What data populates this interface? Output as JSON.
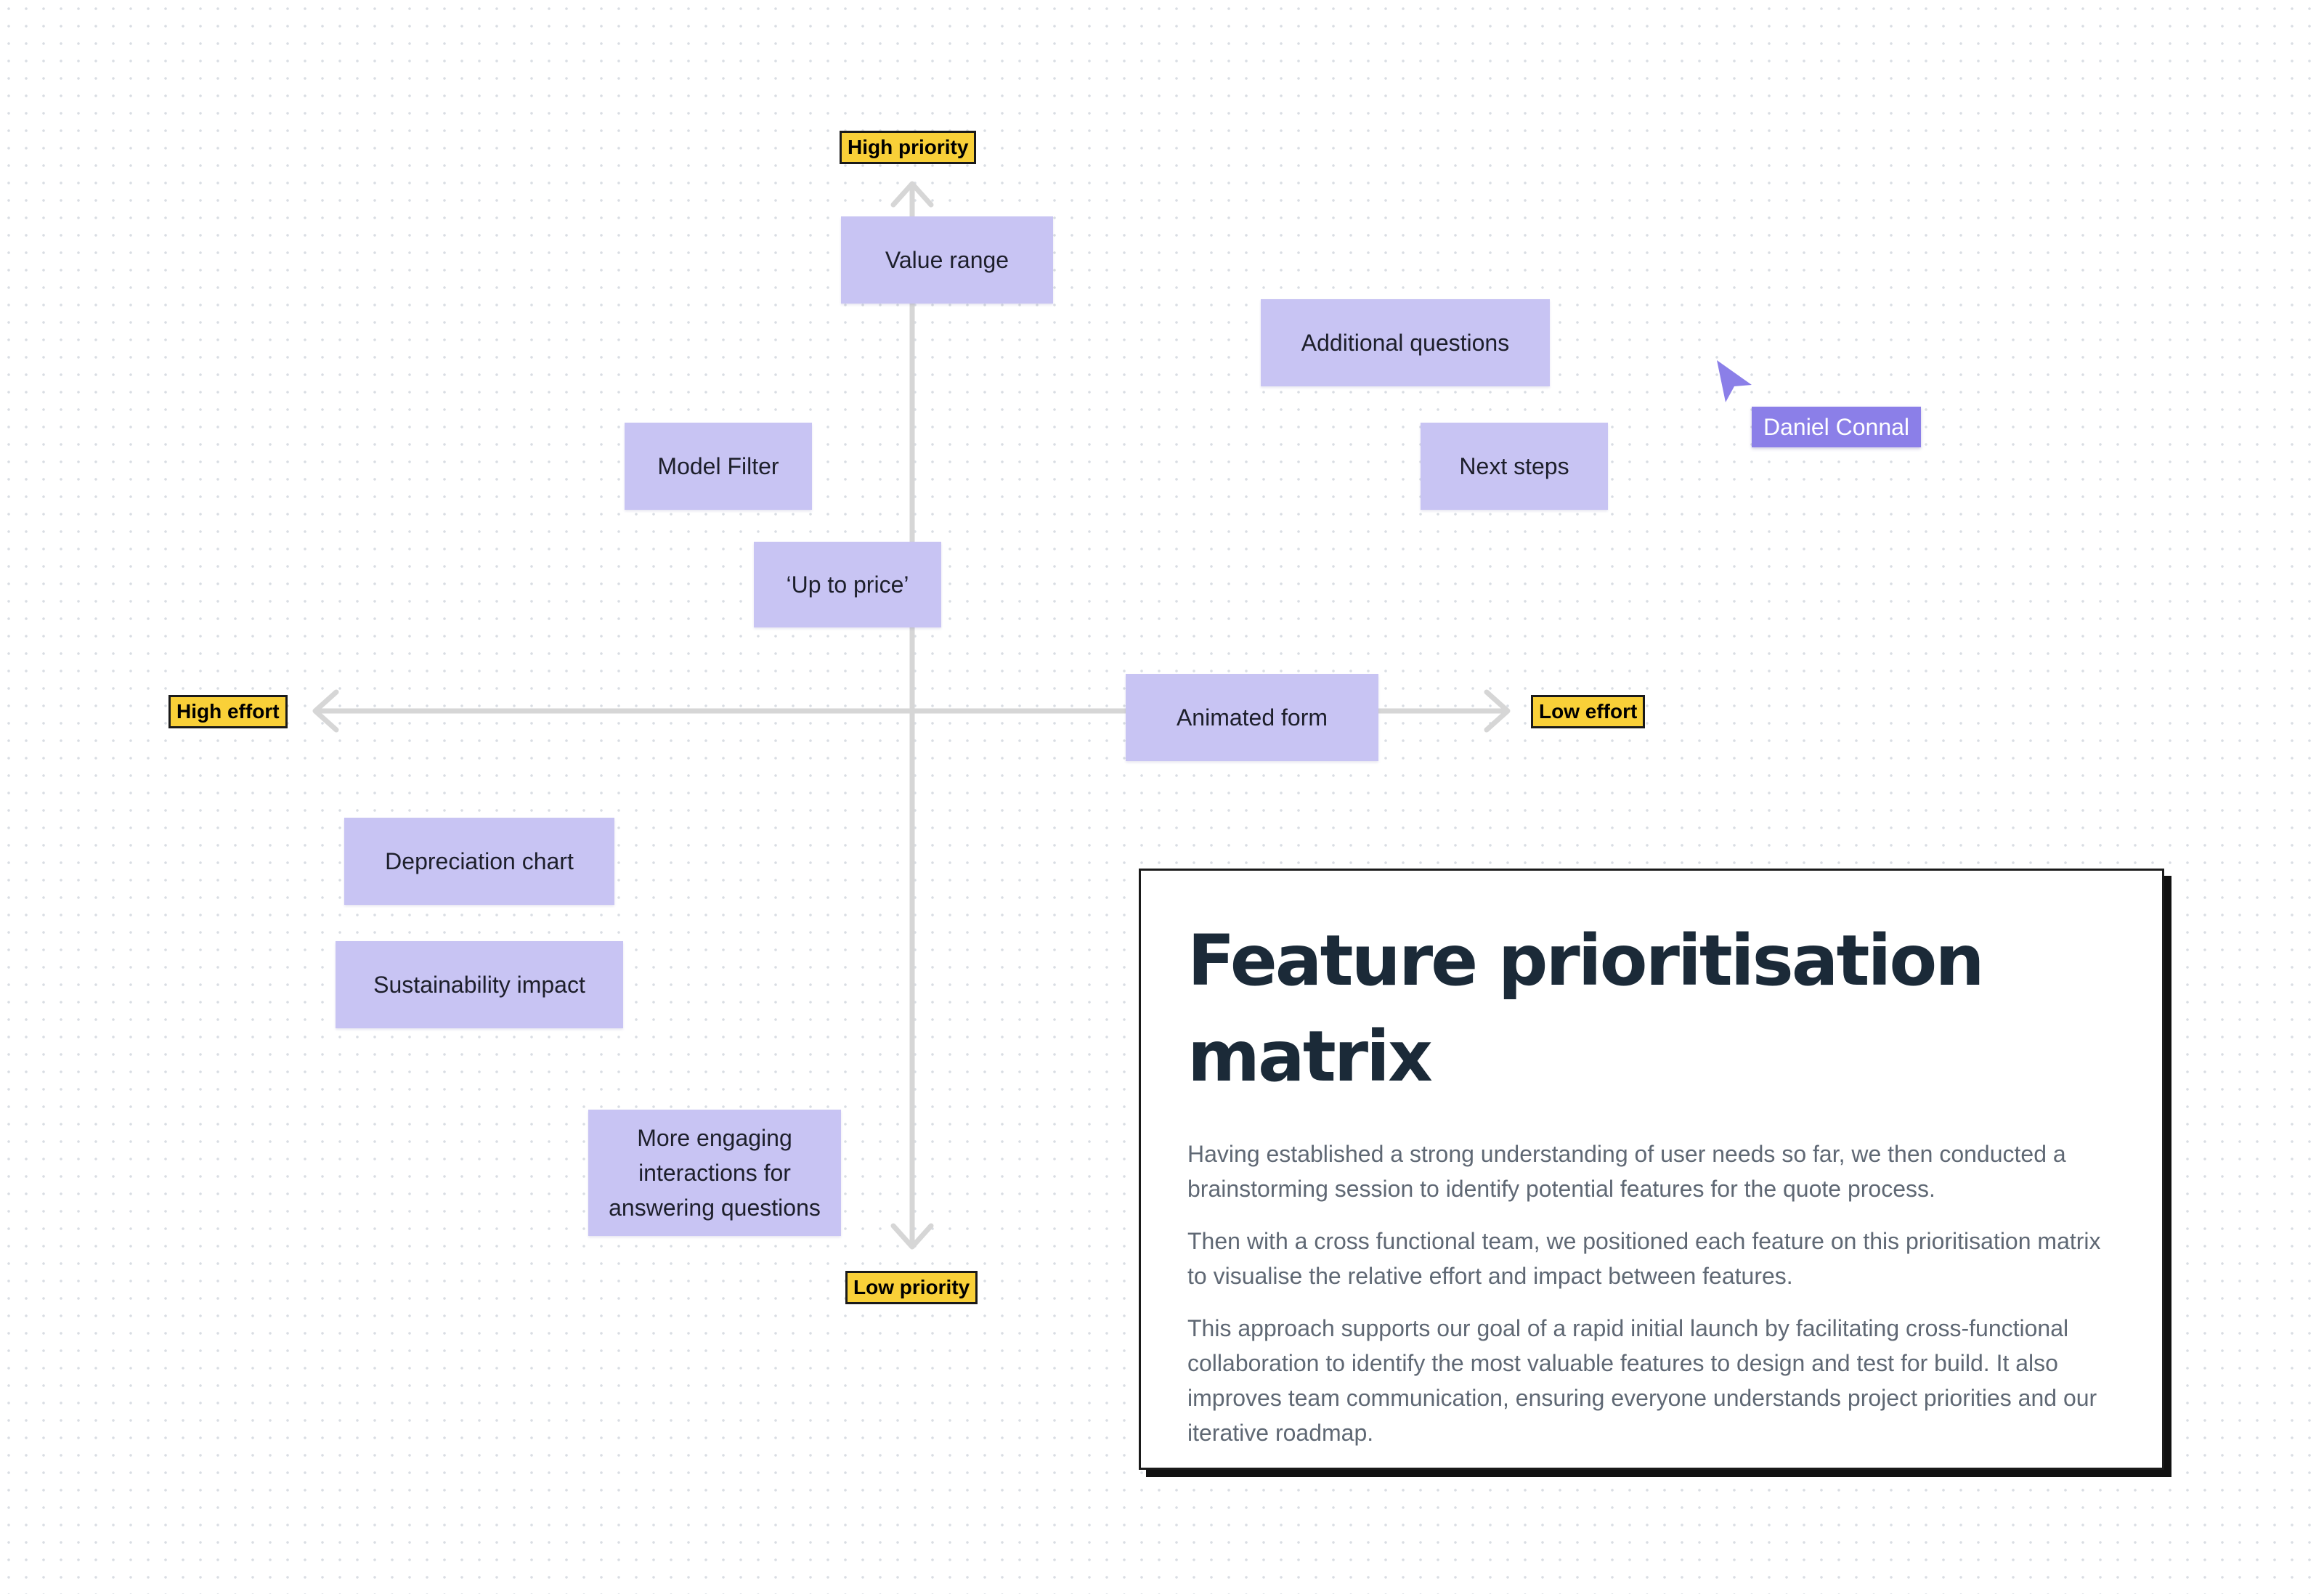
{
  "matrix": {
    "axis_labels": {
      "top": "High priority",
      "bottom": "Low priority",
      "left": "High effort",
      "right": "Low effort"
    },
    "features": [
      {
        "id": "value-range",
        "label": "Value range"
      },
      {
        "id": "additional-questions",
        "label": "Additional questions"
      },
      {
        "id": "model-filter",
        "label": "Model Filter"
      },
      {
        "id": "next-steps",
        "label": "Next steps"
      },
      {
        "id": "up-to-price",
        "label": "‘Up to price’"
      },
      {
        "id": "animated-form",
        "label": "Animated form"
      },
      {
        "id": "depreciation-chart",
        "label": "Depreciation chart"
      },
      {
        "id": "sustainability-impact",
        "label": "Sustainability impact"
      },
      {
        "id": "engaging-interactions",
        "label": "More engaging interactions for answering questions"
      }
    ]
  },
  "collaborator": {
    "name": "Daniel Connal"
  },
  "card": {
    "title": "Feature prioritisation matrix",
    "paragraphs": [
      "Having established a strong understanding of user needs so far, we then conducted a brainstorming session to identify potential features for the quote process.",
      "Then with a cross functional team, we positioned each feature on this prioritisation matrix to visualise the relative effort and impact between features.",
      "This approach supports our goal of a rapid initial launch by facilitating cross-functional collaboration to identify the most valuable features to design and test for build.  It also improves team communication, ensuring everyone understands project priorities and our iterative roadmap."
    ]
  },
  "colors": {
    "sticky": "#c8c4f3",
    "tag": "#f9d038",
    "cursor": "#8b7fe8",
    "axis": "#d6d6d6",
    "title": "#1b2a38",
    "body_text": "#5f6874"
  },
  "icons": {
    "cursor": "pointer-arrow-icon",
    "axis_arrows": "arrowhead-icon"
  }
}
